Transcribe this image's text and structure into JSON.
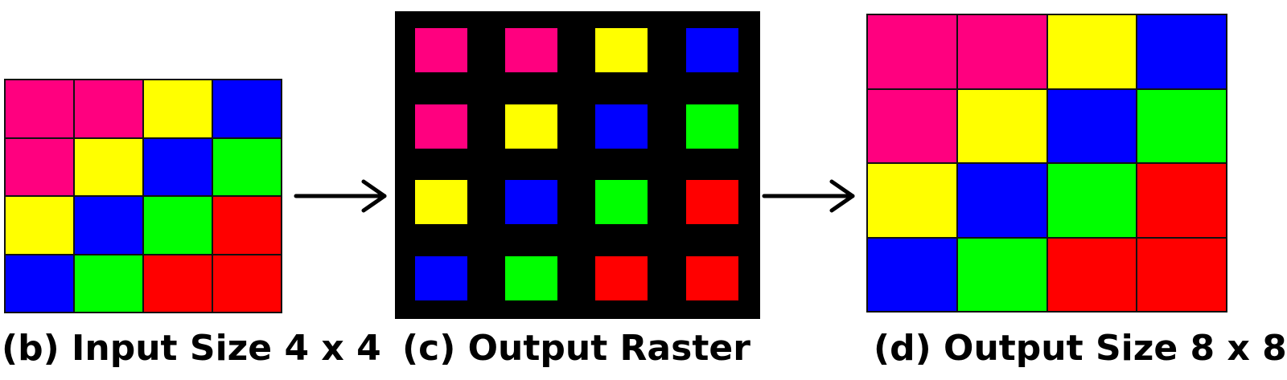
{
  "palette": {
    "M": "#ff007f",
    "Y": "#ffff00",
    "B": "#0000ff",
    "G": "#00ff00",
    "R": "#ff0000"
  },
  "input_grid": {
    "caption": "(b) Input Size 4 x 4",
    "rows": [
      [
        "M",
        "M",
        "Y",
        "B"
      ],
      [
        "M",
        "Y",
        "B",
        "G"
      ],
      [
        "Y",
        "B",
        "G",
        "R"
      ],
      [
        "B",
        "G",
        "R",
        "R"
      ]
    ]
  },
  "raster": {
    "caption": "(c) Output Raster",
    "rows": [
      [
        "M",
        "M",
        "Y",
        "B"
      ],
      [
        "M",
        "Y",
        "B",
        "G"
      ],
      [
        "Y",
        "B",
        "G",
        "R"
      ],
      [
        "B",
        "G",
        "R",
        "R"
      ]
    ]
  },
  "output_grid": {
    "caption": "(d) Output Size 8 x 8",
    "rows": [
      [
        "M",
        "M",
        "Y",
        "B"
      ],
      [
        "M",
        "Y",
        "B",
        "G"
      ],
      [
        "Y",
        "B",
        "G",
        "R"
      ],
      [
        "B",
        "G",
        "R",
        "R"
      ]
    ]
  }
}
